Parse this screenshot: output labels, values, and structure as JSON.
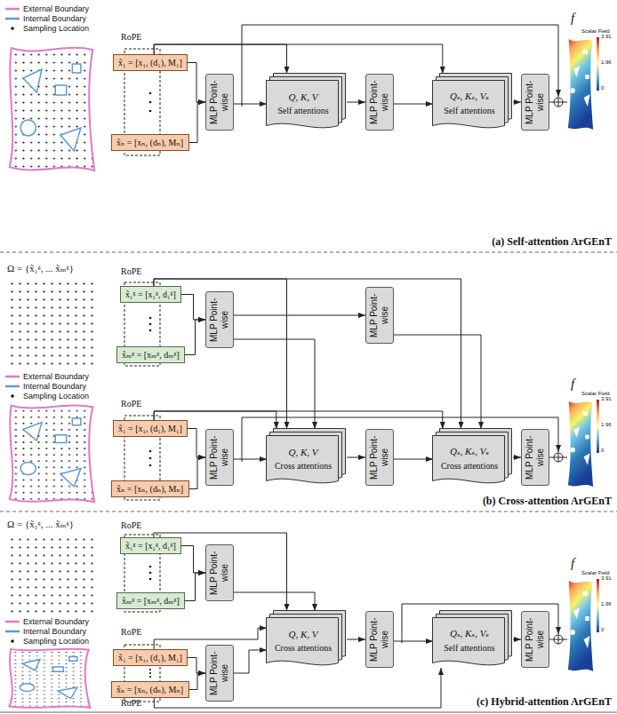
{
  "diagram": {
    "nodes": [
      {
        "text": [
          "x̃₁ = [x₁, (d₁), M₁]"
        ]
      },
      {
        "text": [
          "x̃ₙ = [xₙ, (dₙ), Mₙ]"
        ]
      },
      {
        "text": [
          "MLP Point-wise"
        ]
      },
      {
        "text": [
          "Q, K, V",
          "Self attentions"
        ]
      },
      {
        "text": [
          "MLP Point-wise"
        ]
      },
      {
        "text": [
          "Qₛ, Kₛ, Vₛ",
          "Self attentions"
        ]
      },
      {
        "text": [
          "MLP Point-wise"
        ]
      },
      {
        "text": [
          "x̃₁ᵍ = [x₁ᵍ, d₁ᵍ]"
        ]
      },
      {
        "text": [
          "x̃ₘᵍ = [xₘᵍ, dₘᵍ]"
        ]
      },
      {
        "text": [
          "MLP Point-wise"
        ]
      },
      {
        "text": [
          "MLP Point-wise"
        ]
      },
      {
        "text": [
          "x̃₁ = [x₁, (d₁), M₁]"
        ]
      },
      {
        "text": [
          "x̃ₙ = [xₙ, (dₙ), Mₙ]"
        ]
      },
      {
        "text": [
          "MLP Point-wise"
        ]
      },
      {
        "text": [
          "Q, K, V",
          "Cross attentions"
        ]
      },
      {
        "text": [
          "MLP Point-wise"
        ]
      },
      {
        "text": [
          "Qₛ, Kₛ, Vₛ",
          "Cross attentions"
        ]
      },
      {
        "text": [
          "MLP Point-wise"
        ]
      },
      {
        "text": [
          "x̃₁ᵍ = [x₁ᵍ, d₁ᵍ]"
        ]
      },
      {
        "text": [
          "x̃ₘᵍ = [xₘᵍ, dₘᵍ]"
        ]
      },
      {
        "text": [
          "MLP Point-wise"
        ]
      },
      {
        "text": [
          "x̃₁ = [x₁, (d₁), M₁]"
        ]
      },
      {
        "text": [
          "x̃ₙ = [xₙ, (dₙ), Mₙ]"
        ]
      },
      {
        "text": [
          "MLP Point-wise"
        ]
      },
      {
        "text": [
          "Q, K, V",
          "Cross attentions"
        ]
      },
      {
        "text": [
          "MLP Point-wise"
        ]
      },
      {
        "text": [
          "Qₛ, Kₛ, Vₛ",
          "Self attentions"
        ]
      },
      {
        "text": [
          "MLP Point-wise"
        ]
      }
    ],
    "edges": [
      {
        "from": 0,
        "to": 2,
        "arrow": "to"
      },
      {
        "from": 1,
        "to": 2,
        "arrow": "to"
      },
      {
        "from": 2,
        "to": 3,
        "arrow": "to"
      },
      {
        "from": 3,
        "to": 4,
        "arrow": "to"
      },
      {
        "from": 4,
        "to": 5,
        "arrow": "to"
      },
      {
        "from": 5,
        "to": 6,
        "arrow": "to"
      },
      {
        "from": 0,
        "to": 3,
        "arrow": "to"
      },
      {
        "from": 0,
        "to": 5,
        "arrow": "to"
      },
      {
        "from": 7,
        "to": 9,
        "arrow": "to"
      },
      {
        "from": 8,
        "to": 9,
        "arrow": "to"
      },
      {
        "from": 9,
        "to": 10,
        "arrow": "to"
      },
      {
        "from": 9,
        "to": 14,
        "arrow": "to"
      },
      {
        "from": 10,
        "to": 16,
        "arrow": "to"
      },
      {
        "from": 11,
        "to": 13,
        "arrow": "to"
      },
      {
        "from": 12,
        "to": 13,
        "arrow": "to"
      },
      {
        "from": 13,
        "to": 14,
        "arrow": "to"
      },
      {
        "from": 14,
        "to": 15,
        "arrow": "to"
      },
      {
        "from": 15,
        "to": 16,
        "arrow": "to"
      },
      {
        "from": 16,
        "to": 17,
        "arrow": "to"
      },
      {
        "from": 7,
        "to": 14,
        "arrow": "to"
      },
      {
        "from": 7,
        "to": 16,
        "arrow": "to"
      },
      {
        "from": 11,
        "to": 14,
        "arrow": "to"
      },
      {
        "from": 11,
        "to": 16,
        "arrow": "to"
      },
      {
        "from": 18,
        "to": 20,
        "arrow": "to"
      },
      {
        "from": 19,
        "to": 20,
        "arrow": "to"
      },
      {
        "from": 20,
        "to": 24,
        "arrow": "to"
      },
      {
        "from": 21,
        "to": 23,
        "arrow": "to"
      },
      {
        "from": 22,
        "to": 23,
        "arrow": "to"
      },
      {
        "from": 23,
        "to": 24,
        "arrow": "to"
      },
      {
        "from": 24,
        "to": 25,
        "arrow": "to"
      },
      {
        "from": 25,
        "to": 26,
        "arrow": "to"
      },
      {
        "from": 26,
        "to": 27,
        "arrow": "to"
      },
      {
        "from": 18,
        "to": 24,
        "arrow": "to"
      },
      {
        "from": 21,
        "to": 24,
        "arrow": "to"
      },
      {
        "from": 22,
        "to": 26,
        "arrow": "to"
      }
    ],
    "labels": [
      "RoPE",
      "f",
      "Scalar Field",
      "3.91",
      "1.96",
      "0",
      "(a) Self-attention ArGEnT",
      "Ω = {x̃₁ᵍ, ... x̃ₘᵍ}",
      "RoPE",
      "RoPE",
      "f",
      "Scalar Field",
      "3.91",
      "1.96",
      "0",
      "(b) Cross-attention ArGEnT",
      "Ω = {x̃₁ᵍ, ... x̃ₘᵍ}",
      "RoPE",
      "RoPE",
      "RoPE",
      "f",
      "Scalar Field",
      "3.91",
      "1.96",
      "0",
      "(c) Hybrid-attention ArGEnT"
    ],
    "legend": [
      {
        "text": "External Boundary"
      },
      {
        "text": "Internal Boundary"
      },
      {
        "text": "Sampling Location"
      },
      {
        "text": "External Boundary"
      },
      {
        "text": "Internal Boundary"
      },
      {
        "text": "Sampling Location"
      },
      {
        "text": "External Boundary"
      },
      {
        "text": "Internal Boundary"
      },
      {
        "text": "Sampling Location"
      }
    ]
  }
}
